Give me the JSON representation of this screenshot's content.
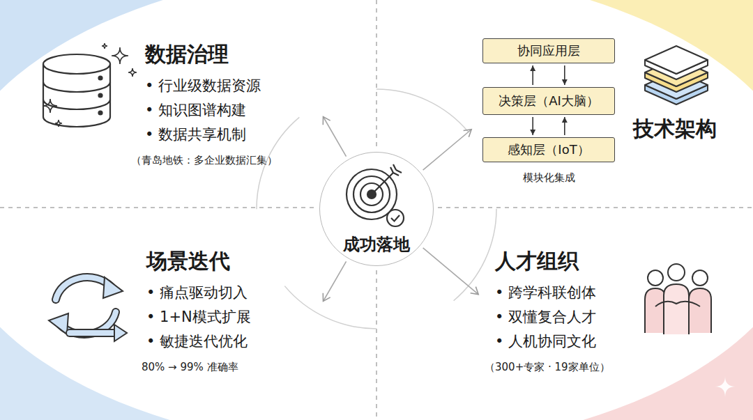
{
  "diagram": {
    "nodes": [
      {
        "text": [
          "数据治理",
          "• 行业级数据资源",
          "• 知识图谱构建",
          "• 数据共享机制",
          "（青岛地铁：多企业数据汇集）"
        ]
      },
      {
        "text": [
          "技术架构",
          "模块化集成"
        ]
      },
      {
        "text": [
          "协同应用层"
        ],
        "in": 1
      },
      {
        "text": [
          "决策层（AI大脑）"
        ],
        "in": 1
      },
      {
        "text": [
          "感知层（IoT）"
        ],
        "in": 1
      },
      {
        "text": [
          "成功落地"
        ]
      },
      {
        "text": [
          "场景迭代",
          "• 痛点驱动切入",
          "• 1+N模式扩展",
          "• 敏捷迭代优化",
          "80% → 99% 准确率"
        ]
      },
      {
        "text": [
          "人才组织",
          "• 跨学科联创体",
          "• 双懂复合人才",
          "• 人机协同文化",
          "（300+专家 · 19家单位）"
        ]
      }
    ],
    "edges": [
      {
        "from": 5,
        "to": 0,
        "arrow": "to"
      },
      {
        "from": 5,
        "to": 1,
        "arrow": "to"
      },
      {
        "from": 5,
        "to": 6,
        "arrow": "to"
      },
      {
        "from": 5,
        "to": 7,
        "arrow": "to"
      },
      {
        "from": 3,
        "to": 2,
        "arrow": "to"
      },
      {
        "from": 2,
        "to": 3,
        "arrow": "to"
      },
      {
        "from": 3,
        "to": 4,
        "arrow": "to"
      },
      {
        "from": 4,
        "to": 3,
        "arrow": "to"
      }
    ]
  }
}
